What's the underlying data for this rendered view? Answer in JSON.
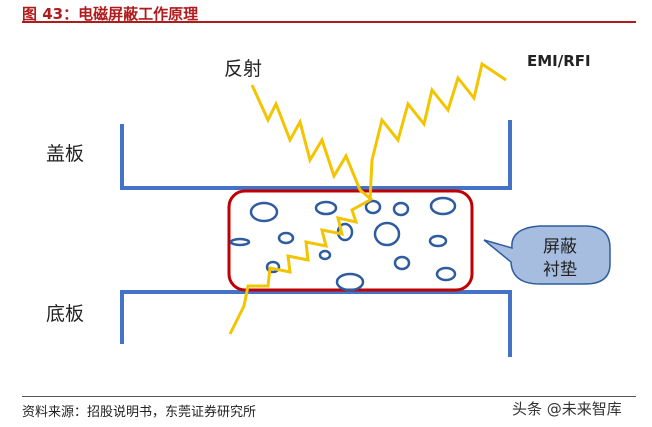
{
  "figure": {
    "title": "图 43：电磁屏蔽工作原理",
    "source": "资料来源：招股说明书，东莞证券研究所",
    "watermark": "头条 @未来智库"
  },
  "diagram": {
    "label_reflection": "反射",
    "label_emi": "EMI/RFI",
    "label_top_plate": "盖板",
    "label_bottom_plate": "底板",
    "callout_line1": "屏蔽",
    "callout_line2": "衬垫",
    "colors": {
      "plate": "#4472c4",
      "gasket_border": "#c00000",
      "bubble": "#2e5c9e",
      "wave": "#f2c500",
      "callout_fill": "#a7bde0",
      "title": "#b01b1b"
    }
  }
}
